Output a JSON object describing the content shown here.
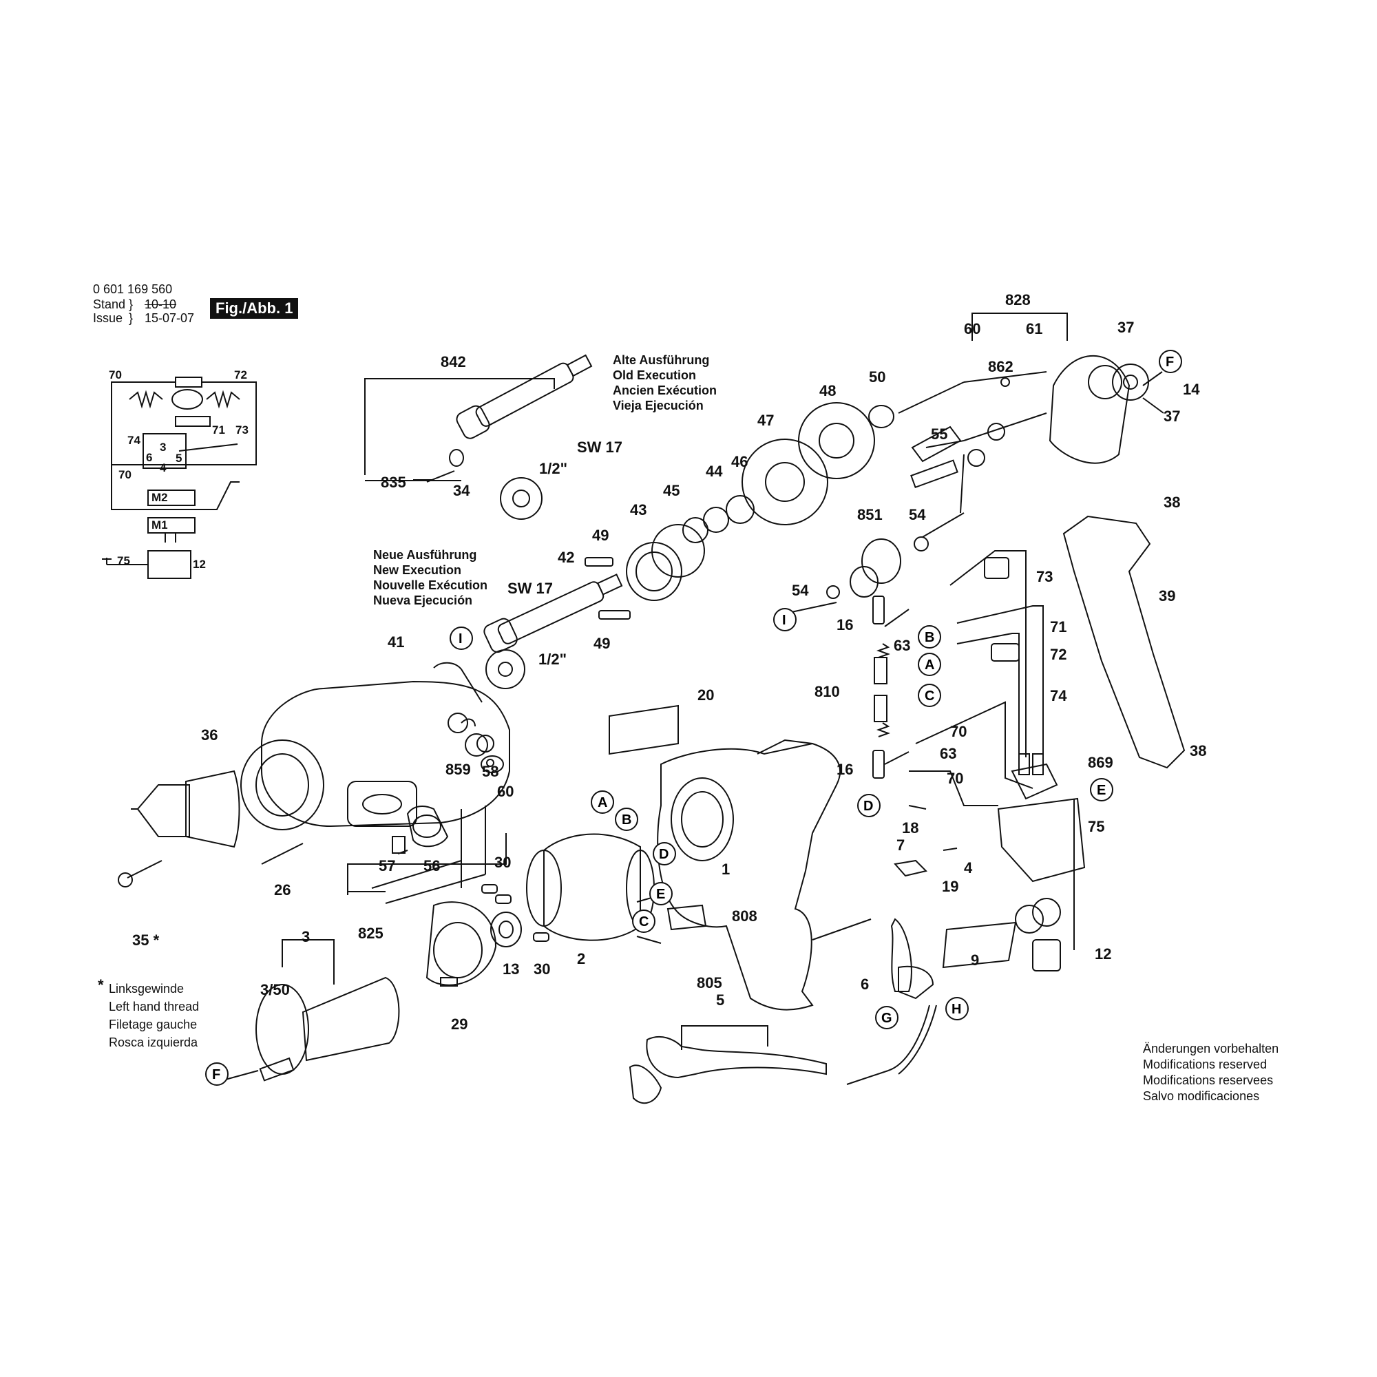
{
  "header": {
    "part_number": "0 601 169 560",
    "stand_label": "Stand",
    "issue_label": "Issue",
    "stand_value": "10-10",
    "issue_value": "15-07-07",
    "figure_badge": "Fig./Abb. 1"
  },
  "old_execution": [
    "Alte Ausführung",
    "Old Execution",
    "Ancien Exécution",
    "Vieja Ejecución"
  ],
  "new_execution": [
    "Neue Ausführung",
    "New Execution",
    "Nouvelle Exécution",
    "Nueva Ejecución"
  ],
  "left_thread_note": [
    "Linksgewinde",
    "Left hand thread",
    "Filetage gauche",
    "Rosca izquierda"
  ],
  "modifications_note": [
    "Änderungen vorbehalten",
    "Modifications reserved",
    "Modifications reservees",
    "Salvo modificaciones"
  ],
  "wiring_labels": {
    "w70a": "70",
    "w72": "72",
    "w71": "71",
    "w73": "73",
    "w74": "74",
    "w3": "3",
    "w6": "6",
    "w5": "5",
    "w4": "4",
    "w70b": "70",
    "m2": "M2",
    "m1": "M1",
    "w75": "75",
    "w12": "12"
  },
  "part_labels": {
    "p842": "842",
    "p835": "835",
    "p34": "34",
    "sw17a": "SW 17",
    "half_a": "1/2\"",
    "p828": "828",
    "p60a": "60",
    "p61": "61",
    "p37a": "37",
    "p37b": "37",
    "p14": "14",
    "p862": "862",
    "p50": "50",
    "p48": "48",
    "p47": "47",
    "p55": "55",
    "p46": "46",
    "p44": "44",
    "p45": "45",
    "p43": "43",
    "p49a": "49",
    "p49b": "49",
    "p42": "42",
    "sw17b": "SW 17",
    "half_b": "1/2\"",
    "p851": "851",
    "p54a": "54",
    "p54b": "54",
    "p73": "73",
    "p16a": "16",
    "p63a": "63",
    "p71": "71",
    "p72": "72",
    "p74": "74",
    "p810": "810",
    "p70a": "70",
    "p16b": "16",
    "p63b": "63",
    "p70b": "70",
    "p869": "869",
    "p38a": "38",
    "p39": "39",
    "p38b": "38",
    "p41": "41",
    "p36": "36",
    "p859": "859",
    "p58": "58",
    "p60b": "60",
    "p20": "20",
    "p26": "26",
    "p57": "57",
    "p56": "56",
    "p825": "825",
    "p35": "35",
    "p35star": "*",
    "p30a": "30",
    "p30b": "30",
    "p2": "2",
    "p13": "13",
    "p1": "1",
    "p808": "808",
    "p18": "18",
    "p7": "7",
    "p19": "19",
    "p4": "4",
    "p75": "75",
    "p9": "9",
    "p12": "12",
    "p6": "6",
    "p3": "3",
    "p350": "3/50",
    "p29": "29",
    "p805": "805",
    "p5": "5",
    "star": "*"
  },
  "circle_labels": {
    "cA1": "A",
    "cB1": "B",
    "cD1": "D",
    "cE1": "E",
    "cC1": "C",
    "cI1": "I",
    "cI2": "I",
    "cF1": "F",
    "cF2": "F",
    "cB2": "B",
    "cA2": "A",
    "cC2": "C",
    "cD2": "D",
    "cE2": "E",
    "cG": "G",
    "cH": "H"
  }
}
